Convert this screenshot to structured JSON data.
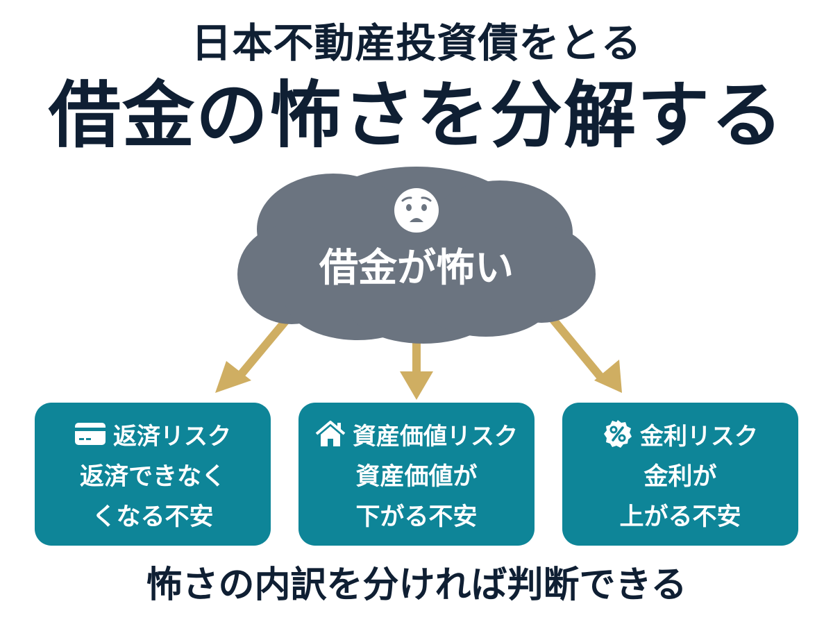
{
  "header": {
    "subtitle": "日本不動産投資債をとる",
    "title": "借金の怖さを分解する"
  },
  "center": {
    "icon": "worried-face-icon",
    "label": "借金が怖い",
    "cloud_color": "#6b7480"
  },
  "arrow_color": "#cfae62",
  "cards": [
    {
      "icon": "credit-card-icon",
      "title": "返済リスク",
      "line1": "返済できなく",
      "line2": "くなる不安"
    },
    {
      "icon": "house-icon",
      "title": "資産価値リスク",
      "line1": "資産価値が",
      "line2": "下がる不安"
    },
    {
      "icon": "percent-badge-icon",
      "title": "金利リスク",
      "line1": "金利が",
      "line2": "上がる不安"
    }
  ],
  "card_color": "#0e8598",
  "footer": {
    "text": "怖さの内訳を分ければ判断できる"
  }
}
